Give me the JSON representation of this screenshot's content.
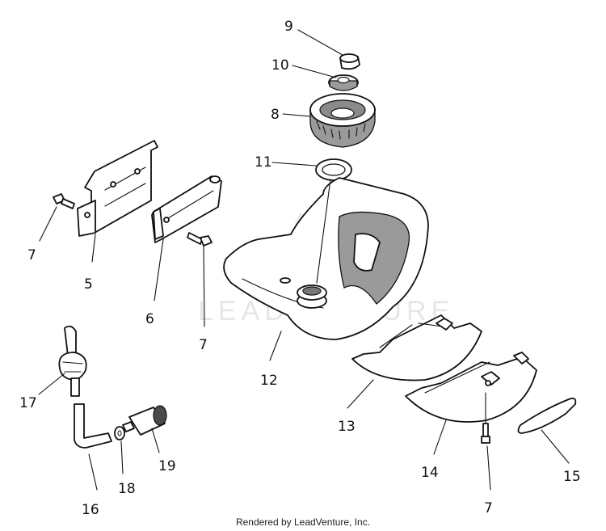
{
  "callouts": [
    {
      "id": "9",
      "label": "9"
    },
    {
      "id": "10",
      "label": "10"
    },
    {
      "id": "8",
      "label": "8"
    },
    {
      "id": "11",
      "label": "11"
    },
    {
      "id": "7a",
      "label": "7"
    },
    {
      "id": "5",
      "label": "5"
    },
    {
      "id": "6",
      "label": "6"
    },
    {
      "id": "7b",
      "label": "7"
    },
    {
      "id": "12",
      "label": "12"
    },
    {
      "id": "13",
      "label": "13"
    },
    {
      "id": "14",
      "label": "14"
    },
    {
      "id": "15",
      "label": "15"
    },
    {
      "id": "7c",
      "label": "7"
    },
    {
      "id": "17",
      "label": "17"
    },
    {
      "id": "16",
      "label": "16"
    },
    {
      "id": "18",
      "label": "18"
    },
    {
      "id": "19",
      "label": "19"
    }
  ],
  "watermark": "LEADVENTURE",
  "footer": "Rendered by LeadVenture, Inc.",
  "colors": {
    "ink": "#111111",
    "shade": "#9a9a9a",
    "watermark": "#e6e6e6"
  }
}
